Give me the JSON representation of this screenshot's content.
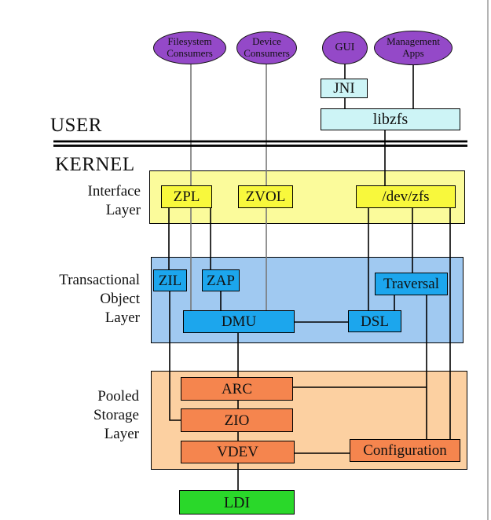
{
  "diagram": {
    "zones": {
      "user": "USER",
      "kernel": "KERNEL"
    },
    "consumers": [
      {
        "id": "filesystem-consumers",
        "lines": [
          "Filesystem",
          "Consumers"
        ]
      },
      {
        "id": "device-consumers",
        "lines": [
          "Device",
          "Consumers"
        ]
      },
      {
        "id": "gui",
        "lines": [
          "GUI"
        ]
      },
      {
        "id": "management-apps",
        "lines": [
          "Management",
          "Apps"
        ]
      }
    ],
    "user_components": [
      {
        "id": "jni",
        "label": "JNI"
      },
      {
        "id": "libzfs",
        "label": "libzfs"
      }
    ],
    "layers": [
      {
        "id": "interface-layer",
        "name_lines": [
          "Interface",
          "Layer"
        ],
        "components": [
          {
            "id": "zpl",
            "label": "ZPL"
          },
          {
            "id": "zvol",
            "label": "ZVOL"
          },
          {
            "id": "devzfs",
            "label": "/dev/zfs"
          }
        ]
      },
      {
        "id": "transactional-object-layer",
        "name_lines": [
          "Transactional",
          "Object",
          "Layer"
        ],
        "components": [
          {
            "id": "zil",
            "label": "ZIL"
          },
          {
            "id": "zap",
            "label": "ZAP"
          },
          {
            "id": "traversal",
            "label": "Traversal"
          },
          {
            "id": "dmu",
            "label": "DMU"
          },
          {
            "id": "dsl",
            "label": "DSL"
          }
        ]
      },
      {
        "id": "pooled-storage-layer",
        "name_lines": [
          "Pooled",
          "Storage",
          "Layer"
        ],
        "components": [
          {
            "id": "arc",
            "label": "ARC"
          },
          {
            "id": "zio",
            "label": "ZIO"
          },
          {
            "id": "vdev",
            "label": "VDEV"
          },
          {
            "id": "config",
            "label": "Configuration"
          }
        ]
      }
    ],
    "bottom_component": {
      "id": "ldi",
      "label": "LDI"
    },
    "edges": [
      {
        "from": "filesystem-consumers",
        "to": "ZPL"
      },
      {
        "from": "filesystem-consumers",
        "to": "DMU"
      },
      {
        "from": "device-consumers",
        "to": "ZVOL"
      },
      {
        "from": "device-consumers",
        "to": "DMU"
      },
      {
        "from": "GUI",
        "to": "JNI"
      },
      {
        "from": "JNI",
        "to": "libzfs"
      },
      {
        "from": "management-apps",
        "to": "libzfs"
      },
      {
        "from": "libzfs",
        "to": "/dev/zfs"
      },
      {
        "from": "ZPL",
        "to": "ZIL"
      },
      {
        "from": "ZPL",
        "to": "ZAP"
      },
      {
        "from": "ZAP",
        "to": "DMU"
      },
      {
        "from": "ZIL",
        "to": "ZIO"
      },
      {
        "from": "/dev/zfs",
        "to": "DSL"
      },
      {
        "from": "/dev/zfs",
        "to": "Traversal"
      },
      {
        "from": "/dev/zfs",
        "to": "Configuration"
      },
      {
        "from": "Traversal",
        "to": "DSL"
      },
      {
        "from": "Traversal",
        "to": "Configuration"
      },
      {
        "from": "DMU",
        "to": "DSL"
      },
      {
        "from": "DMU",
        "to": "ARC"
      },
      {
        "from": "ARC",
        "to": "ZIO"
      },
      {
        "from": "ARC",
        "to": "Configuration"
      },
      {
        "from": "ZIO",
        "to": "VDEV"
      },
      {
        "from": "VDEV",
        "to": "Configuration"
      },
      {
        "from": "VDEV",
        "to": "LDI"
      }
    ],
    "colors": {
      "consumer_ellipse": "#9449c8",
      "user_library": "#cdf4f6",
      "interface_layer_bg": "#fbfb9b",
      "interface_box": "#f8f83c",
      "transactional_layer_bg": "#a0c9f1",
      "transactional_box": "#1ca6ed",
      "pooled_layer_bg": "#fcd0a1",
      "pooled_box": "#f5854e",
      "ldi_box": "#2ad82a",
      "line": "#000000",
      "consumer_line": "#787878"
    }
  }
}
